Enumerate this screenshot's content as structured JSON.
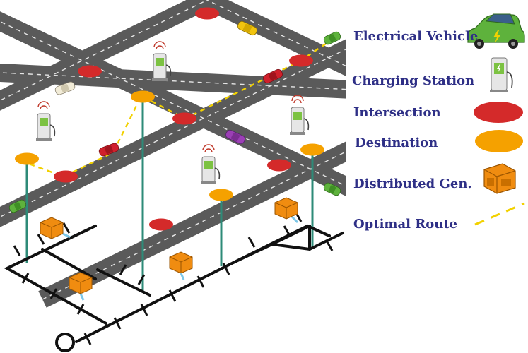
{
  "legend": {
    "ev": "Electrical Vehicle",
    "charging": "Charging Station",
    "intersection": "Intersection",
    "destination": "Destination",
    "dg": "Distributed Gen.",
    "route": "Optimal Route"
  },
  "colors": {
    "road": "#5a5a5a",
    "road_dash": "#ffffff",
    "intersection": "#d42a2a",
    "destination": "#f5a100",
    "route": "#f2d100",
    "grid": "#111111",
    "connector": "#2e8b78",
    "legend_text": "#2e2f86",
    "station_body": "#e6e6e6",
    "station_screen": "#7cc242",
    "generator": "#f08c10"
  },
  "icons": {
    "ev": "electric-car-icon",
    "charging": "charging-station-icon",
    "dg": "generator-icon"
  }
}
